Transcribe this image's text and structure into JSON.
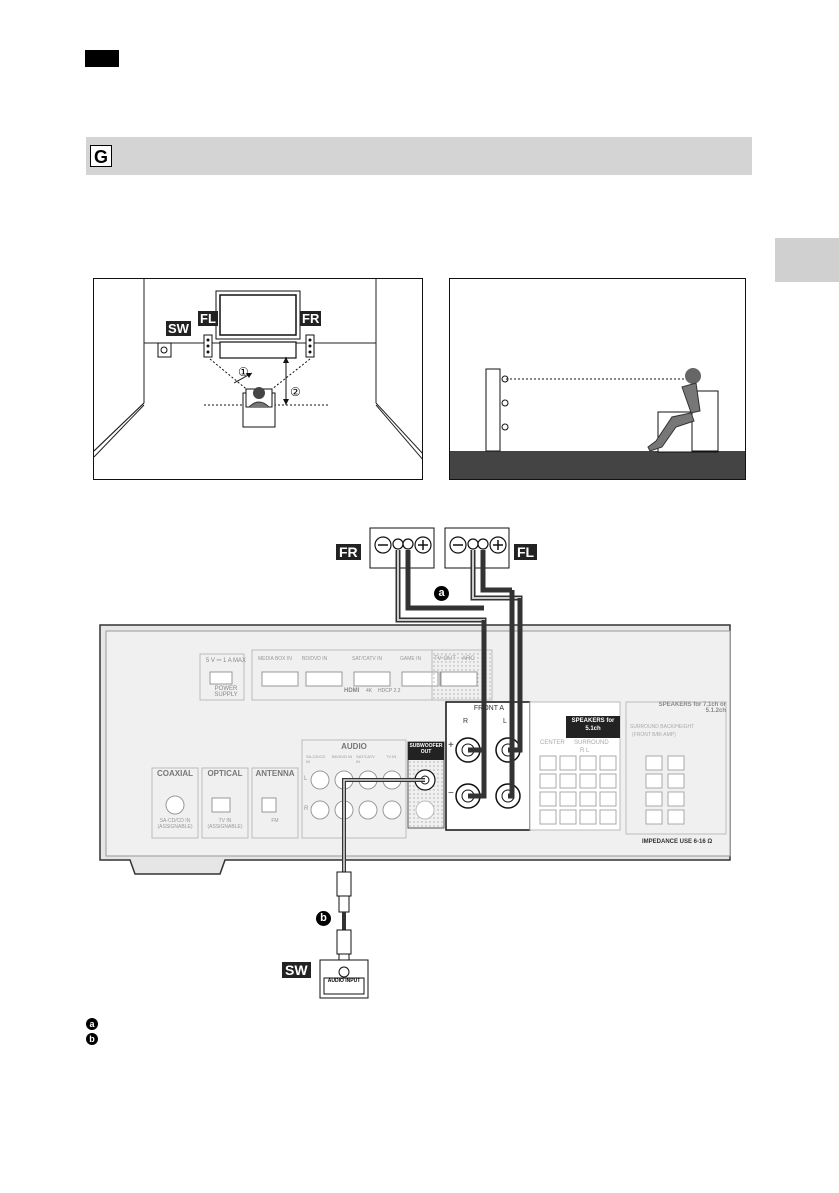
{
  "section": {
    "letter": "G"
  },
  "badges": {
    "fl": "FL",
    "fr": "FR",
    "sw": "SW"
  },
  "room_top": {
    "distance_1": "①",
    "distance_2": "②"
  },
  "callouts": {
    "a": "a",
    "b": "b"
  },
  "receiver": {
    "power_supply_spec": "5 V ⎓ 1 A MAX",
    "power_supply_label": "POWER SUPPLY",
    "hdmi_inputs": [
      {
        "label": "MEDIA BOX IN"
      },
      {
        "label": "BD/DVD IN"
      },
      {
        "label": "SAT/CATV IN"
      },
      {
        "label": "GAME IN"
      }
    ],
    "hdmi_tv_label": "TV OUT",
    "hdmi_arc_label": "ARC",
    "hdmi_label": "HDMI",
    "hdmi_badges": [
      "4K",
      "HDCP 2.3"
    ],
    "coaxial_label": "COAXIAL",
    "coaxial_sub": "SA-CD/CD IN (ASSIGNABLE)",
    "optical_label": "OPTICAL",
    "optical_sub": "TV IN (ASSIGNABLE)",
    "antenna_label": "ANTENNA",
    "antenna_sub": "FM",
    "audio_label": "AUDIO",
    "audio_inputs": [
      {
        "label": "SA-CD/CD IN"
      },
      {
        "label": "BD/DVD IN"
      },
      {
        "label": "SAT/CATV IN"
      },
      {
        "label": "TV IN"
      }
    ],
    "audio_l": "L",
    "audio_r": "R",
    "subwoofer_label": "SUBWOOFER OUT",
    "front_a_label": "FRONT A",
    "front_r": "R",
    "front_l": "L",
    "plus": "+",
    "minus": "−",
    "speakers_51_label": "SPEAKERS for 5.1ch",
    "center_label": "CENTER",
    "surround_label": "SURROUND",
    "surround_rl": "R  L",
    "speakers_71_label": "SPEAKERS for 7.1ch or 5.1.2ch",
    "surround_back_label": "SURROUND BACK/HEIGHT",
    "front_b_label": "(FRONT B/BI-AMP)",
    "impedance": "IMPEDANCE USE 6-16 Ω"
  },
  "subwoofer_box": {
    "audio_input": "AUDIO INPUT"
  }
}
